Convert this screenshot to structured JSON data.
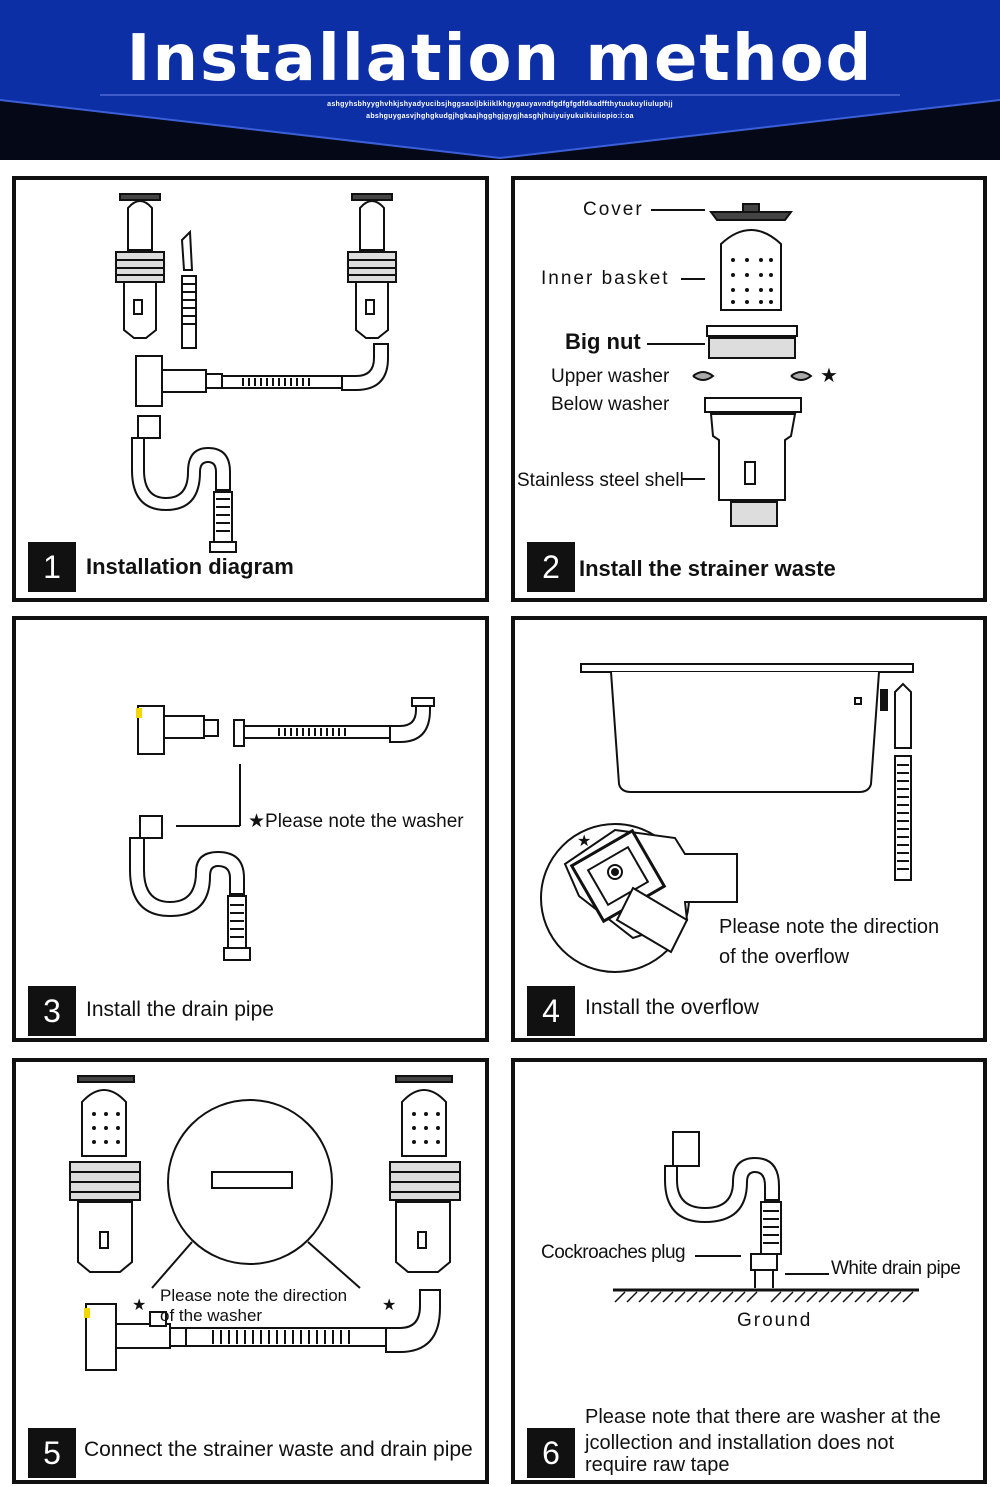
{
  "header": {
    "title": "Installation method",
    "subtitle_line1": "ashgyhsbhyyghvhkjshyadyucibsjhggsaoljbkiiklkhgygauyavndfgdfgfgdfdkadffthytuukuyliuluphjj",
    "subtitle_line2": "abshguygasvjhghgkudgjhgkaajhgghgjgygjhasghjhuiyuiyukuikiuiiopio:i:oa",
    "colors": {
      "band": "#0d2fa6",
      "dark": "#050816"
    }
  },
  "panels": [
    {
      "number": "1",
      "caption": "Installation diagram"
    },
    {
      "number": "2",
      "caption": "Install the strainer waste",
      "labels": {
        "cover": "Cover",
        "inner_basket": "Inner basket",
        "big_nut": "Big nut",
        "upper_washer": "Upper washer",
        "below_washer": "Below washer",
        "shell": "Stainless steel shell"
      }
    },
    {
      "number": "3",
      "caption": "Install the drain pipe",
      "note": "★Please note the washer"
    },
    {
      "number": "4",
      "caption": "Install the overflow",
      "note_line1": "Please note the direction",
      "note_line2": "of the overflow"
    },
    {
      "number": "5",
      "caption": "Connect the strainer waste and drain pipe",
      "note_line1": "Please note the direction",
      "note_line2": "of the washer"
    },
    {
      "number": "6",
      "caption_line1": "Please note that there are washer at the",
      "caption_line2": "jcollection and installation does not",
      "caption_line3": "require raw tape",
      "labels": {
        "cockroach": "Cockroaches plug",
        "white_pipe": "White drain pipe",
        "ground": "Ground"
      }
    }
  ]
}
